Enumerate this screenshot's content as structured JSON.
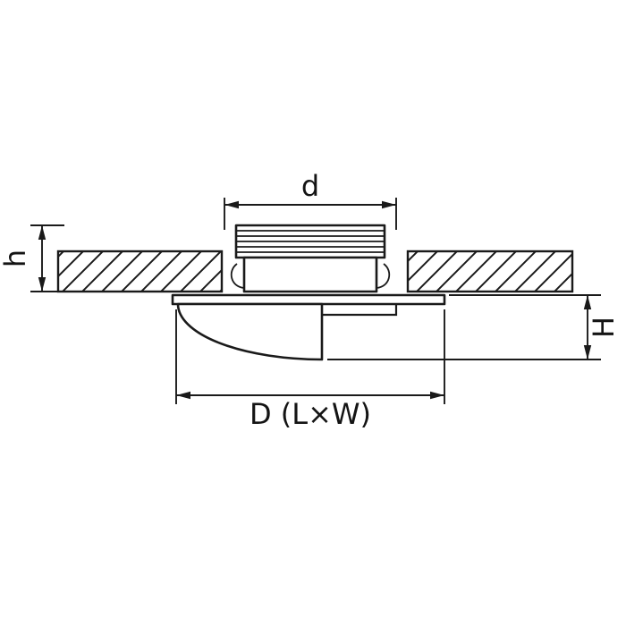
{
  "diagram": {
    "type": "technical-dimension-drawing",
    "subject": "recessed-downlight-cross-section",
    "labels": {
      "top_dimension": "d",
      "left_dimension": "h",
      "right_dimension": "H",
      "bottom_dimension": "D (L×W)"
    },
    "colors": {
      "line": "#1a1a1a",
      "background": "#ffffff"
    }
  }
}
